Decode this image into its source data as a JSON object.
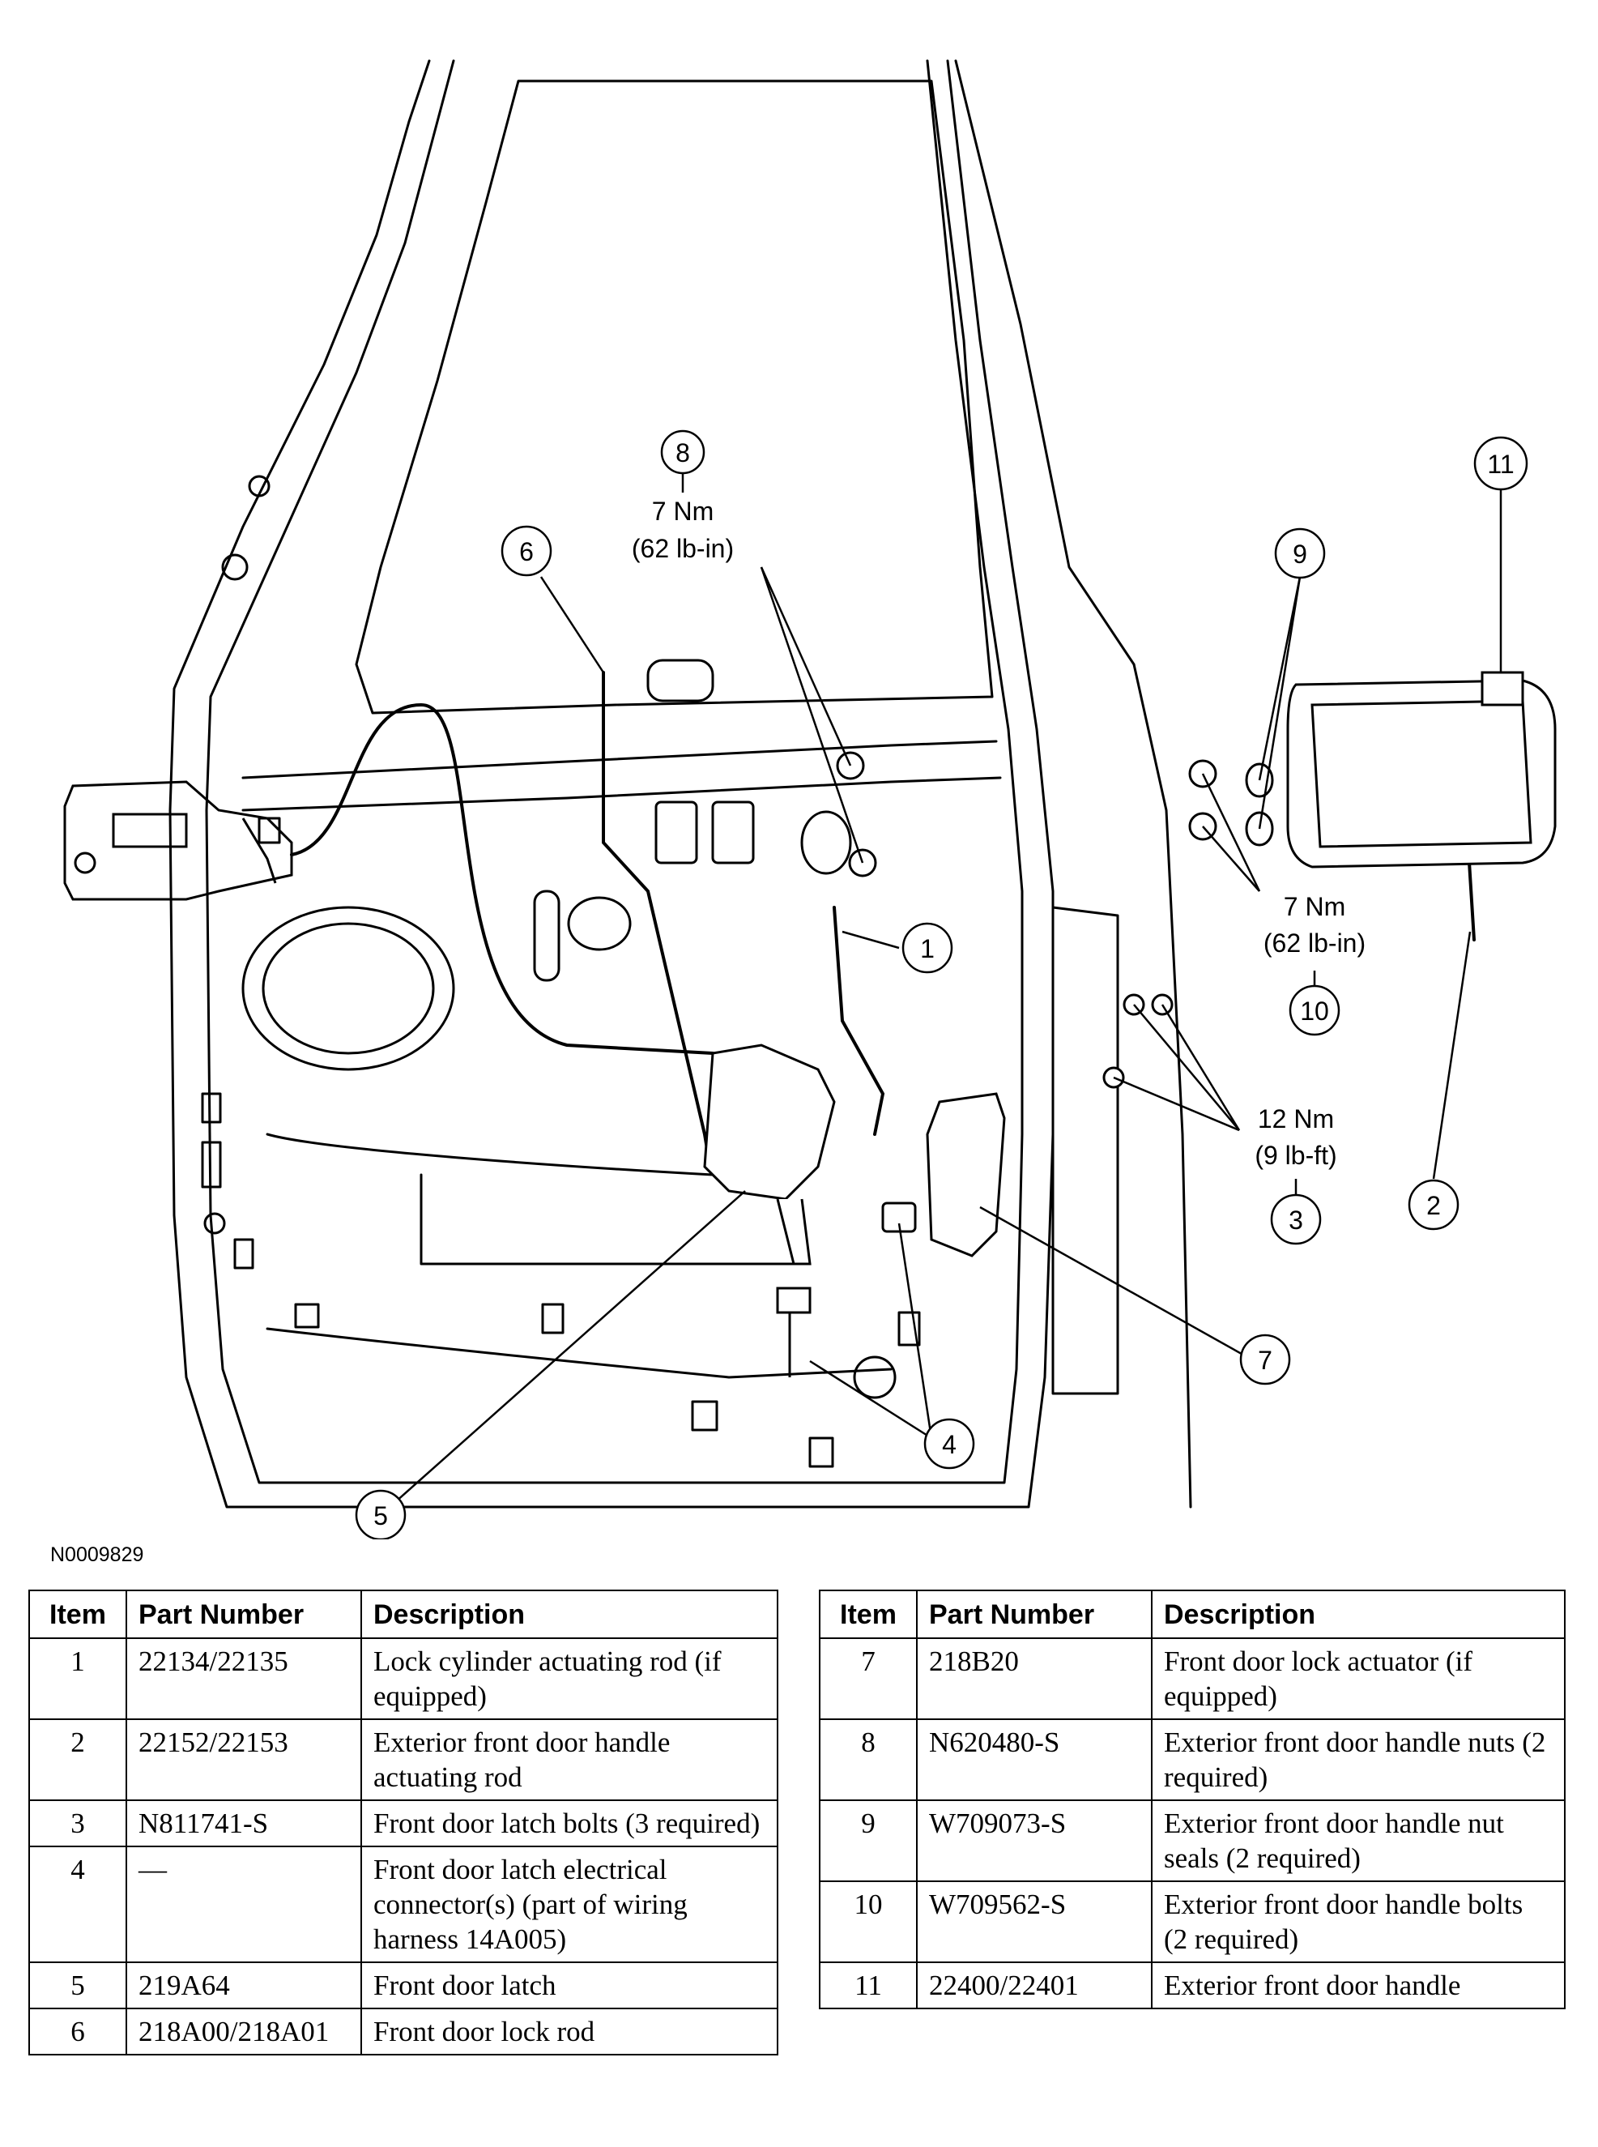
{
  "figure_id": "N0009829",
  "callouts": {
    "c1": "1",
    "c2": "2",
    "c3": "3",
    "c4": "4",
    "c5": "5",
    "c6": "6",
    "c7": "7",
    "c8": "8",
    "c9": "9",
    "c10": "10",
    "c11": "11"
  },
  "torque": {
    "nuts_nm": "7 Nm",
    "nuts_in": "(62 lb-in)",
    "bolts_nm": "7 Nm",
    "bolts_in": "(62 lb-in)",
    "latch_nm": "12 Nm",
    "latch_ft": "(9 lb-ft)"
  },
  "table_headers": {
    "item": "Item",
    "part_number": "Part Number",
    "description": "Description"
  },
  "parts_left": [
    {
      "item": "1",
      "part_number": "22134/22135",
      "description": "Lock cylinder actuating rod (if equipped)"
    },
    {
      "item": "2",
      "part_number": "22152/22153",
      "description": "Exterior front door handle actuating rod"
    },
    {
      "item": "3",
      "part_number": "N811741-S",
      "description": "Front door latch bolts (3 required)"
    },
    {
      "item": "4",
      "part_number": "—",
      "description": "Front door latch electrical connector(s) (part of wiring harness 14A005)"
    },
    {
      "item": "5",
      "part_number": "219A64",
      "description": "Front door latch"
    },
    {
      "item": "6",
      "part_number": "218A00/218A01",
      "description": "Front door lock rod"
    }
  ],
  "parts_right": [
    {
      "item": "7",
      "part_number": "218B20",
      "description": "Front door lock actuator (if equipped)"
    },
    {
      "item": "8",
      "part_number": "N620480-S",
      "description": "Exterior front door handle nuts (2 required)"
    },
    {
      "item": "9",
      "part_number": "W709073-S",
      "description": "Exterior front door handle nut seals (2 required)"
    },
    {
      "item": "10",
      "part_number": "W709562-S",
      "description": "Exterior front door handle bolts (2 required)"
    },
    {
      "item": "11",
      "part_number": "22400/22401",
      "description": "Exterior front door handle"
    }
  ]
}
